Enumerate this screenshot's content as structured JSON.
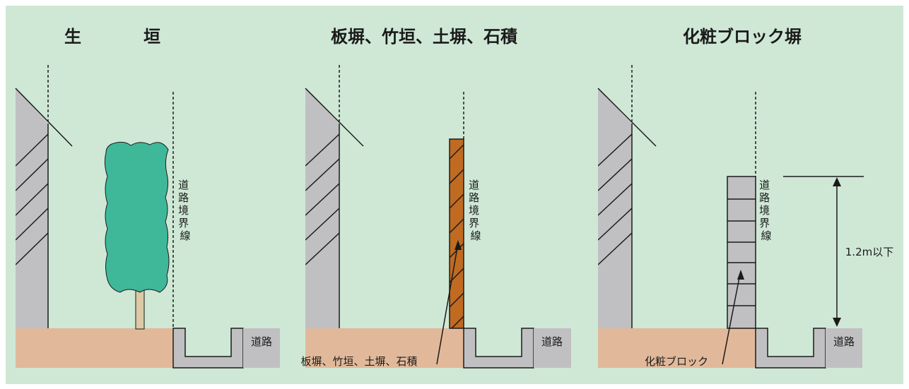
{
  "colors": {
    "background": "#cfe8d6",
    "wall": "#c0c0c2",
    "ground": "#e1b99a",
    "tree": "#3fb89a",
    "trunk": "#dcc9a6",
    "board_fence": "#c06a22",
    "block": "#c0c0c2",
    "line": "#1a1a1a"
  },
  "panels": [
    {
      "title_left": "生",
      "title_right": "垣",
      "boundary_label": [
        "道",
        "路",
        "境",
        "界",
        "線"
      ],
      "road_label": "道路"
    },
    {
      "title": "板塀、竹垣、土塀、石積",
      "boundary_label": [
        "道",
        "路",
        "境",
        "界",
        "線"
      ],
      "road_label": "道路",
      "callout": "板塀、竹垣、土塀、石積"
    },
    {
      "title": "化粧ブロック塀",
      "boundary_label": [
        "道",
        "路",
        "境",
        "界",
        "線"
      ],
      "road_label": "道路",
      "callout": "化粧ブロック",
      "height_label": "1.2m以下"
    }
  ]
}
